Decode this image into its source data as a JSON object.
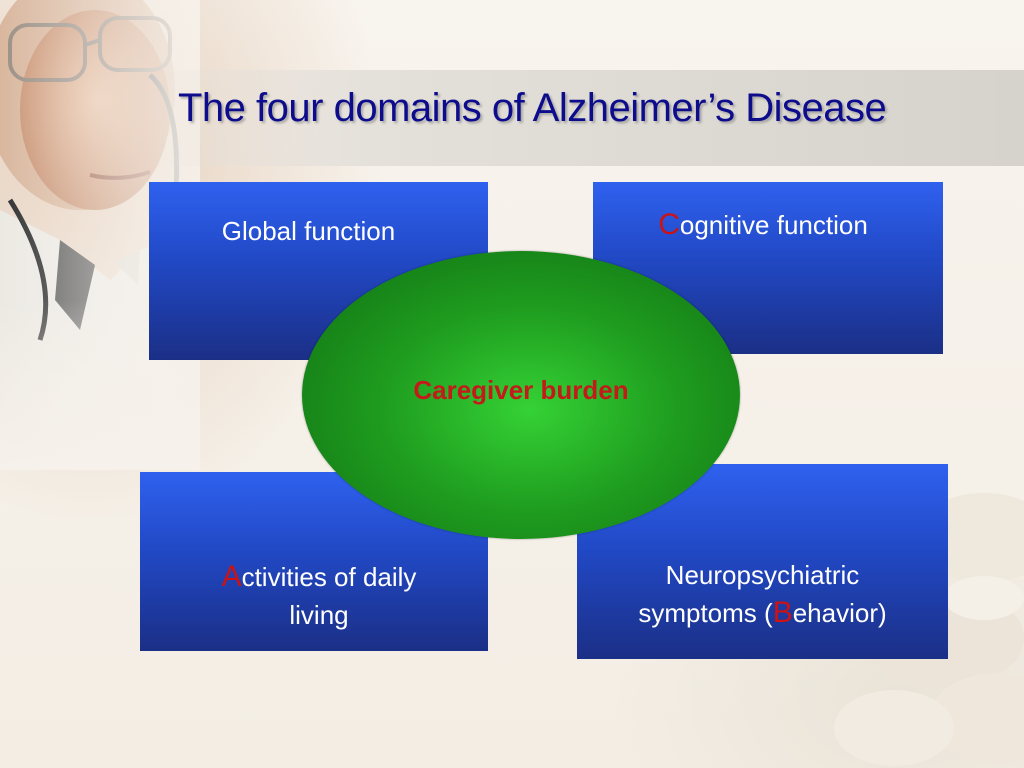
{
  "slide": {
    "title": "The four domains of Alzheimer’s Disease"
  },
  "boxes": {
    "global": {
      "text": "Global function"
    },
    "cognitive": {
      "accent": "C",
      "rest": "ognitive function"
    },
    "adl": {
      "accent": "A",
      "rest_line1": "ctivities of daily",
      "line2": "living"
    },
    "neuro": {
      "line1": "Neuropsychiatric",
      "line2_prefix": "symptoms (",
      "accent": "B",
      "line2_suffix": "ehavior)"
    }
  },
  "center": {
    "label": "Caregiver burden"
  },
  "colors": {
    "title": "#0c0c8c",
    "box_blue": "#2f61ef",
    "accent_red": "#cc1212",
    "ellipse_green": "#1f9d1f"
  }
}
